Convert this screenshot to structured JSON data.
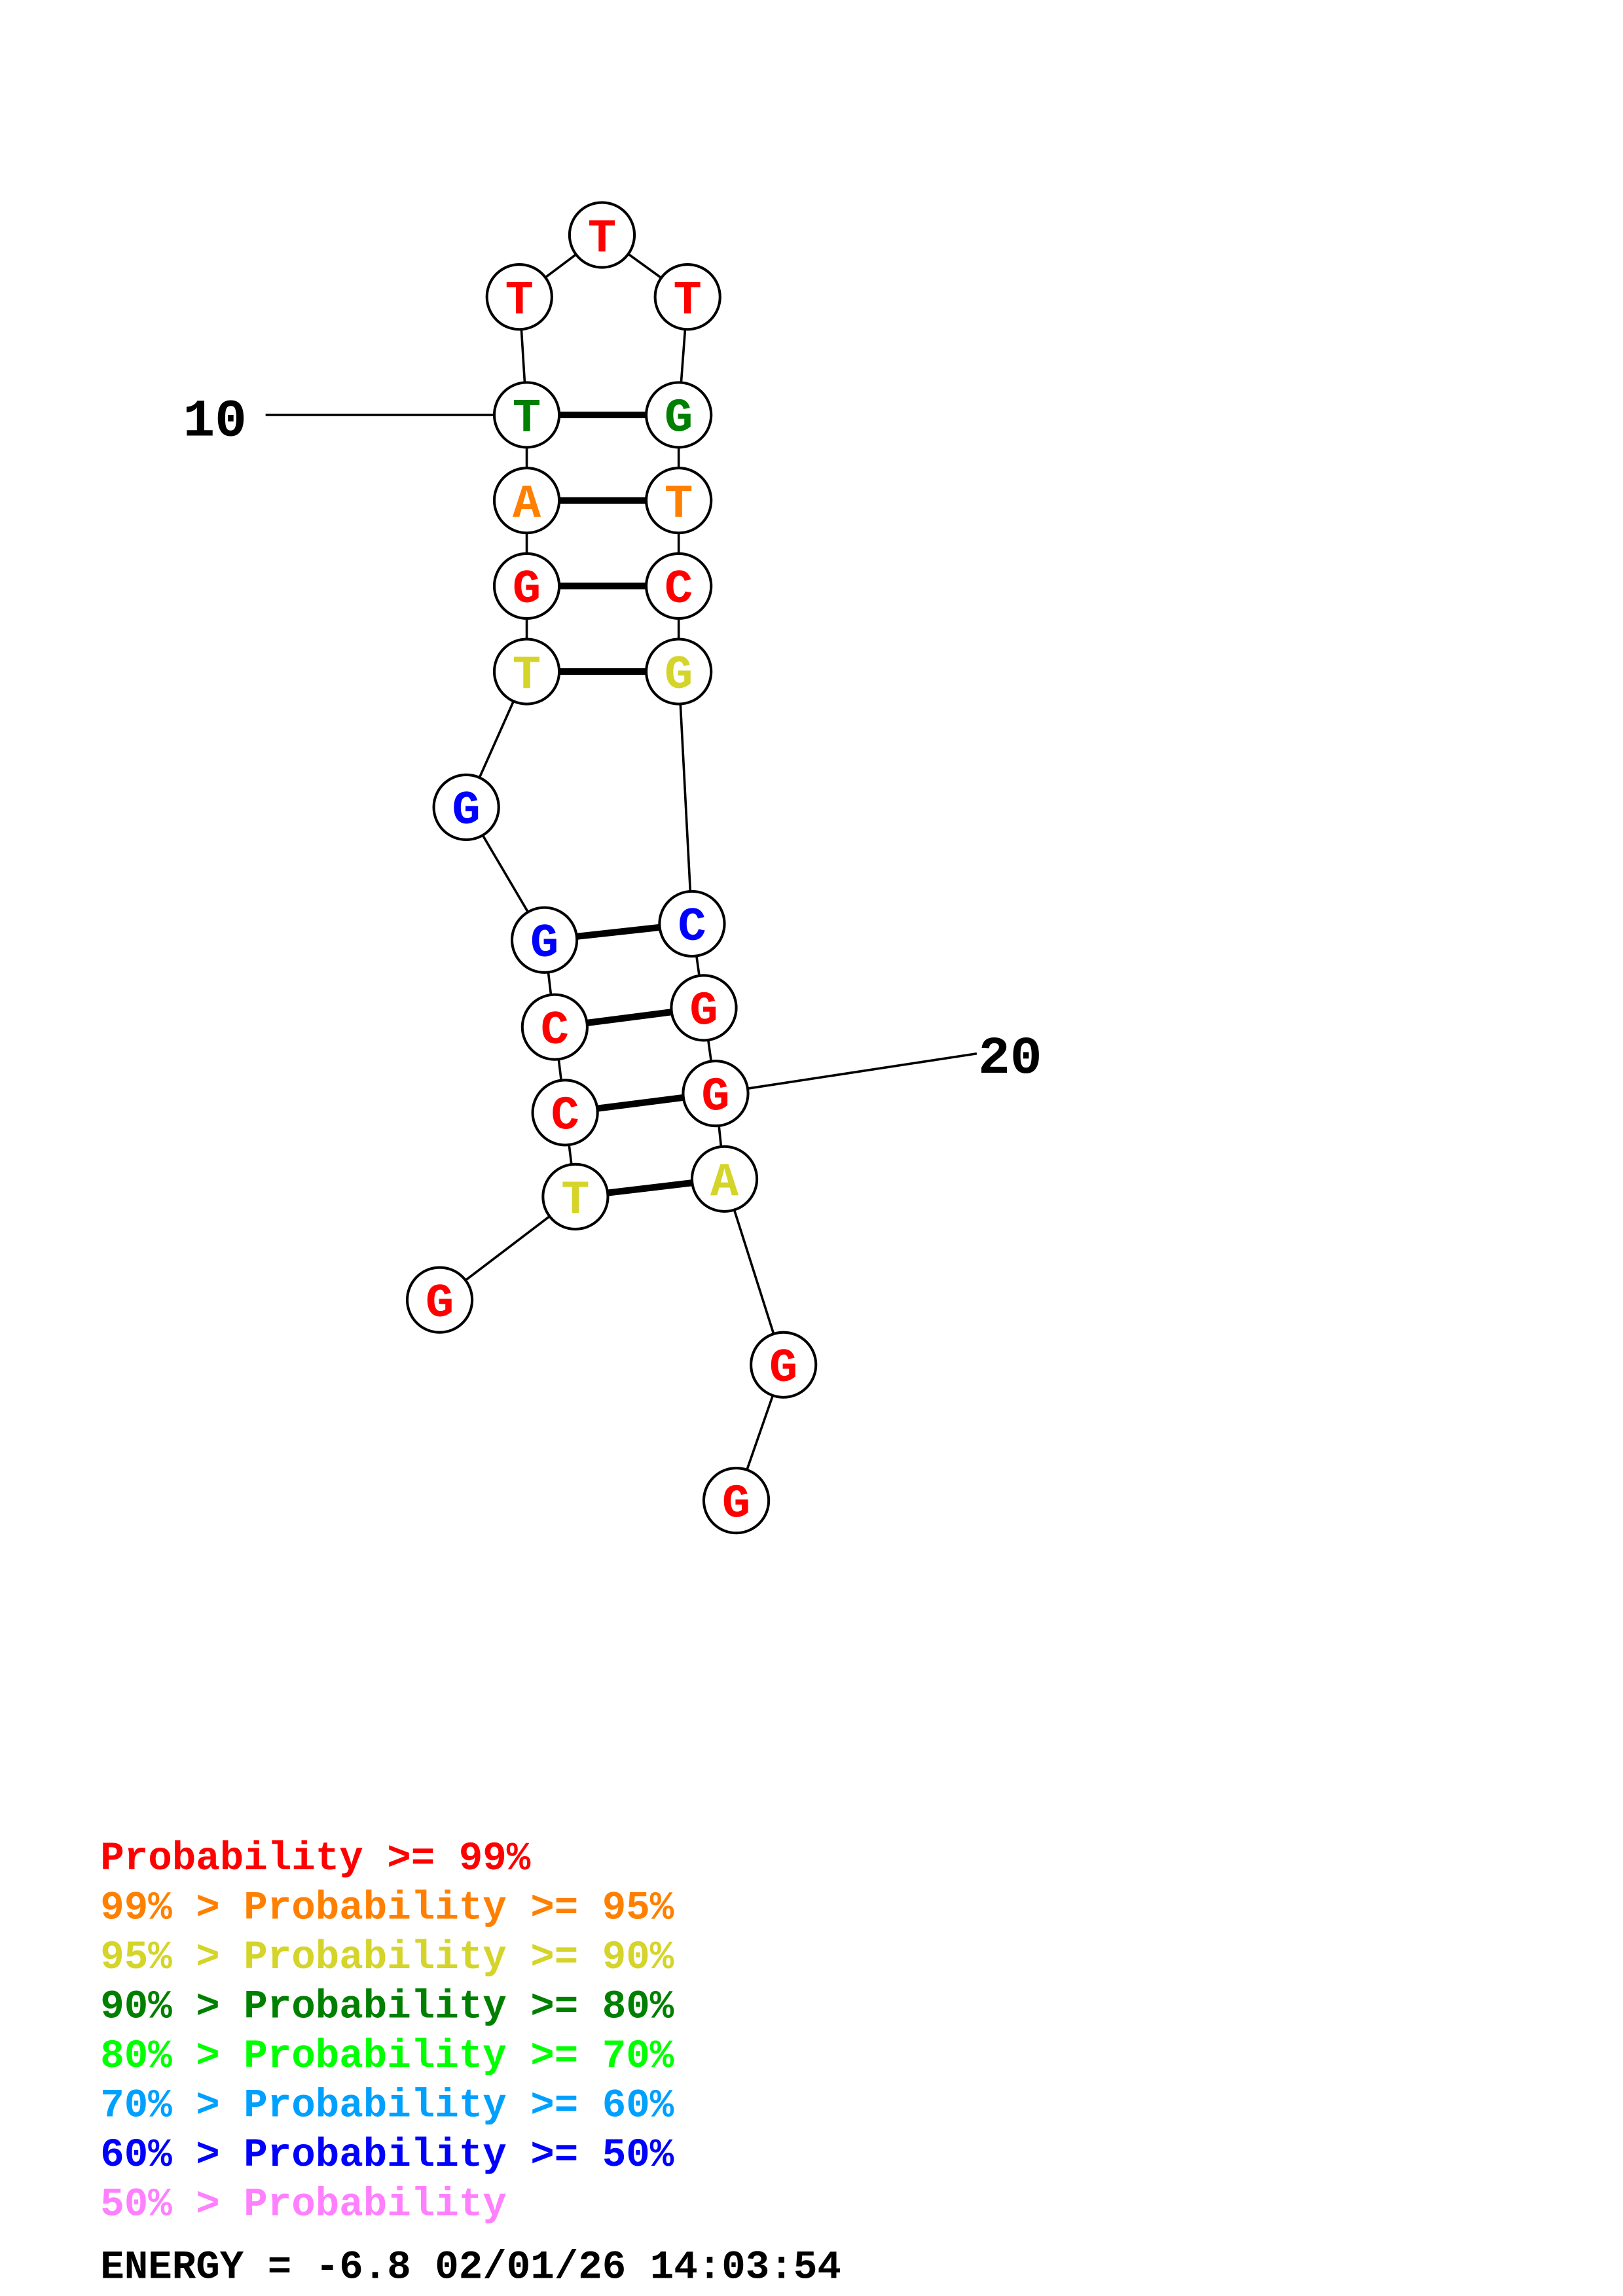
{
  "structure": {
    "bases": [
      "G",
      "T",
      "C",
      "C",
      "G",
      "G",
      "T",
      "G",
      "A",
      "T",
      "T",
      "T",
      "T",
      "G",
      "T",
      "C",
      "G",
      "C",
      "G",
      "G",
      "A",
      "G",
      "G"
    ],
    "levels": [
      0,
      2,
      0,
      0,
      6,
      6,
      2,
      0,
      1,
      3,
      0,
      0,
      0,
      3,
      1,
      0,
      2,
      6,
      0,
      0,
      2,
      0,
      0
    ],
    "pairs": [
      [
        2,
        21
      ],
      [
        3,
        20
      ],
      [
        4,
        19
      ],
      [
        5,
        18
      ],
      [
        7,
        17
      ],
      [
        8,
        16
      ],
      [
        9,
        15
      ],
      [
        10,
        14
      ]
    ],
    "position_labels": [
      {
        "index": 10,
        "text": "10"
      },
      {
        "index": 20,
        "text": "20"
      }
    ]
  },
  "legend": {
    "colors": [
      "#ff0000",
      "#ff8000",
      "#d4d42a",
      "#008000",
      "#00ff00",
      "#00a0ff",
      "#0000ff",
      "#ff80ff"
    ],
    "lines": [
      {
        "prefix": "",
        "main": "Probability",
        "suffix": ">= 99%"
      },
      {
        "prefix": "99% >",
        "main": "Probability",
        "suffix": ">= 95%"
      },
      {
        "prefix": "95% >",
        "main": "Probability",
        "suffix": ">= 90%"
      },
      {
        "prefix": "90% >",
        "main": "Probability",
        "suffix": ">= 80%"
      },
      {
        "prefix": "80% >",
        "main": "Probability",
        "suffix": ">= 70%"
      },
      {
        "prefix": "70% >",
        "main": "Probability",
        "suffix": ">= 60%"
      },
      {
        "prefix": "60% >",
        "main": "Probability",
        "suffix": ">= 50%"
      },
      {
        "prefix": "50% >",
        "main": "Probability",
        "suffix": ""
      }
    ]
  },
  "footer": {
    "energy": "ENERGY = -6.8  02/01/26 14:03:54"
  }
}
